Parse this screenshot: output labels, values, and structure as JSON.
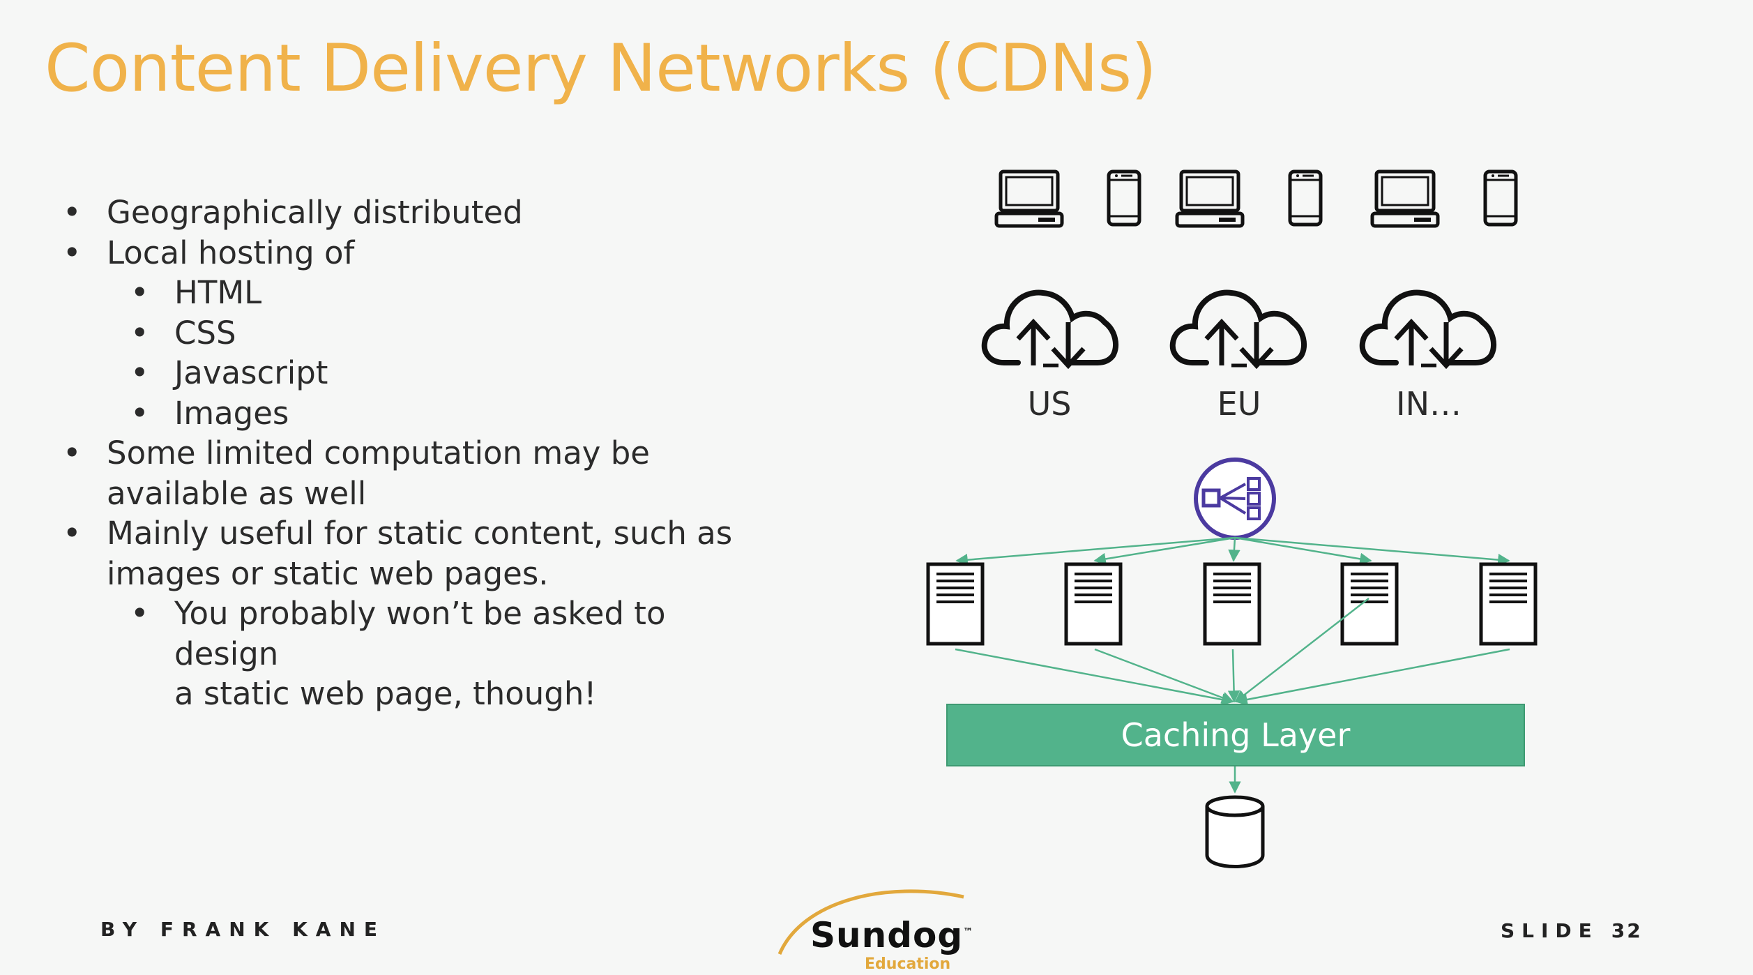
{
  "slide": {
    "title": "Content Delivery Networks (CDNs)",
    "bullets": [
      {
        "level": 1,
        "lines": [
          "Geographically distributed"
        ]
      },
      {
        "level": 1,
        "lines": [
          "Local hosting of"
        ]
      },
      {
        "level": 2,
        "lines": [
          "HTML"
        ]
      },
      {
        "level": 2,
        "lines": [
          "CSS"
        ]
      },
      {
        "level": 2,
        "lines": [
          "Javascript"
        ]
      },
      {
        "level": 2,
        "lines": [
          "Images"
        ]
      },
      {
        "level": 1,
        "lines": [
          "Some limited computation may be",
          "available as well"
        ]
      },
      {
        "level": 1,
        "lines": [
          "Mainly useful for static content, such as",
          "images or static web pages."
        ]
      },
      {
        "level": 2,
        "lines": [
          "You probably won’t be asked to design",
          "a static web page, though!"
        ]
      }
    ],
    "bullet_glyph": "•"
  },
  "diagram": {
    "devices": [
      "laptop-icon",
      "phone-icon",
      "laptop-icon",
      "phone-icon",
      "laptop-icon",
      "phone-icon"
    ],
    "regions": [
      "US",
      "EU",
      "IN…"
    ],
    "region_icon": "cloud-upload-download-icon",
    "load_balancer_icon": "load-balancer-icon",
    "server_count": 5,
    "server_icon": "server-icon",
    "cache_label": "Caching Layer",
    "database_icon": "database-icon",
    "colors": {
      "arrow": "#52b38b",
      "cache_fill": "#52b38b",
      "load_balancer": "#4b3aa0",
      "outline": "#111111"
    }
  },
  "footer": {
    "author": "BY FRANK KANE",
    "slide_label": "SLIDE",
    "slide_number": "32",
    "logo_name": "Sundog",
    "logo_trademark": "™",
    "logo_sub": "Education"
  },
  "colors": {
    "title": "#f0b24a",
    "background": "#f6f7f6",
    "text": "#2b2b2b"
  }
}
